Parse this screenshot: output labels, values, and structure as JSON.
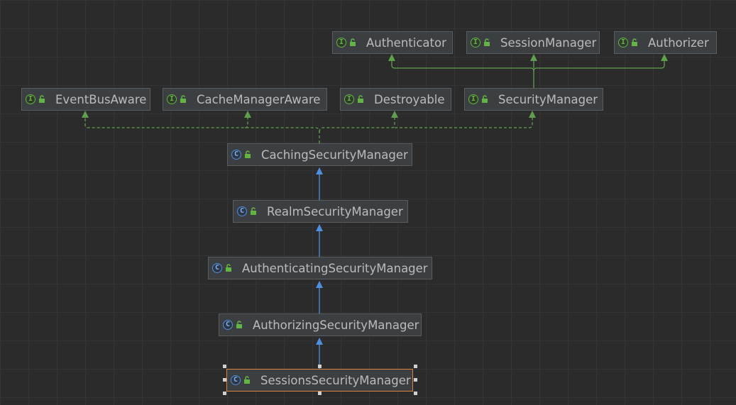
{
  "diagram": {
    "nodes": [
      {
        "id": "authenticator",
        "label": "Authenticator",
        "kind": "interface"
      },
      {
        "id": "session-manager",
        "label": "SessionManager",
        "kind": "interface"
      },
      {
        "id": "authorizer",
        "label": "Authorizer",
        "kind": "interface"
      },
      {
        "id": "event-bus-aware",
        "label": "EventBusAware",
        "kind": "interface"
      },
      {
        "id": "cache-manager-aware",
        "label": "CacheManagerAware",
        "kind": "interface"
      },
      {
        "id": "destroyable",
        "label": "Destroyable",
        "kind": "interface"
      },
      {
        "id": "security-manager",
        "label": "SecurityManager",
        "kind": "interface"
      },
      {
        "id": "caching-security-manager",
        "label": "CachingSecurityManager",
        "kind": "class"
      },
      {
        "id": "realm-security-manager",
        "label": "RealmSecurityManager",
        "kind": "class"
      },
      {
        "id": "authenticating-security-manager",
        "label": "AuthenticatingSecurityManager",
        "kind": "class"
      },
      {
        "id": "authorizing-security-manager",
        "label": "AuthorizingSecurityManager",
        "kind": "class"
      },
      {
        "id": "sessions-security-manager",
        "label": "SessionsSecurityManager",
        "kind": "class",
        "selected": true
      }
    ],
    "edges": [
      {
        "from": "security-manager",
        "to": "authenticator",
        "type": "extends-interface"
      },
      {
        "from": "security-manager",
        "to": "session-manager",
        "type": "extends-interface"
      },
      {
        "from": "security-manager",
        "to": "authorizer",
        "type": "extends-interface"
      },
      {
        "from": "caching-security-manager",
        "to": "event-bus-aware",
        "type": "implements"
      },
      {
        "from": "caching-security-manager",
        "to": "cache-manager-aware",
        "type": "implements"
      },
      {
        "from": "caching-security-manager",
        "to": "destroyable",
        "type": "implements"
      },
      {
        "from": "caching-security-manager",
        "to": "security-manager",
        "type": "implements"
      },
      {
        "from": "realm-security-manager",
        "to": "caching-security-manager",
        "type": "extends-class"
      },
      {
        "from": "authenticating-security-manager",
        "to": "realm-security-manager",
        "type": "extends-class"
      },
      {
        "from": "authorizing-security-manager",
        "to": "authenticating-security-manager",
        "type": "extends-class"
      },
      {
        "from": "sessions-security-manager",
        "to": "authorizing-security-manager",
        "type": "extends-class"
      }
    ],
    "colors": {
      "interface_edge": "#5fa04e",
      "class_edge": "#4f8fdd",
      "selected_border": "#d9853b"
    }
  }
}
